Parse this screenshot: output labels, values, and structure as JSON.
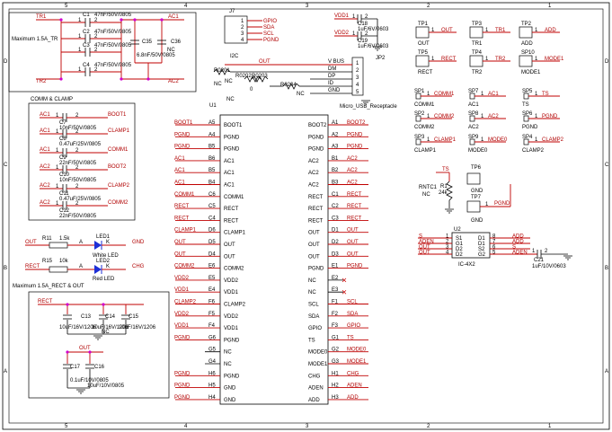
{
  "frame": {
    "col_numbers": [
      "5",
      "4",
      "3",
      "2",
      "1"
    ],
    "row_letters": [
      "D",
      "C",
      "B",
      "A"
    ]
  },
  "box_tr": {
    "title": "Maximum 1.5A_TR",
    "nets": [
      "TR1",
      "AC1",
      "TR2",
      "AC2"
    ],
    "caps": [
      {
        "ref": "C1",
        "value": "47nF/50V/0805"
      },
      {
        "ref": "C2",
        "value": "47nF/50V/0805"
      },
      {
        "ref": "C3",
        "value": "47nF/50V/0805"
      },
      {
        "ref": "C4",
        "value": "47nF/50V/0805"
      }
    ],
    "c35": {
      "ref": "C35",
      "value": "6.8nF/50V/0805"
    },
    "c36": {
      "ref": "C36",
      "value": "NC"
    }
  },
  "box_comm": {
    "title": "COMM & CLAMP",
    "rows": [
      {
        "left": "AC1",
        "ref": "C7",
        "value": "10nF/50V/0805",
        "right": "BOOT1"
      },
      {
        "left": "AC1",
        "ref": "C8",
        "value": "0.47uF/25V/0805",
        "right": "CLAMP1"
      },
      {
        "left": "AC1",
        "ref": "C9",
        "value": "22nF/50V/0805",
        "right": "COMM1"
      },
      {
        "left": "AC2",
        "ref": "C10",
        "value": "10nF/50V/0805",
        "right": "BOOT2"
      },
      {
        "left": "AC2",
        "ref": "C11",
        "value": "0.47uF/25V/0805",
        "right": "CLAMP2"
      },
      {
        "left": "AC2",
        "ref": "C12",
        "value": "22nF/50V/0805",
        "right": "COMM2"
      }
    ]
  },
  "leds": [
    {
      "net_in": "OUT",
      "res_ref": "R11",
      "res_val": "1.5k",
      "led_ref": "LED1",
      "led_name": "White LED",
      "net_out": "GND"
    },
    {
      "net_in": "RECT",
      "res_ref": "R15",
      "res_val": "10k",
      "led_ref": "LED2",
      "led_name": "Red LED",
      "net_out": "CHG"
    }
  ],
  "box_rect": {
    "title": "Maximum 1.5A_RECT & OUT",
    "net_rect": "RECT",
    "net_out": "OUT",
    "c13": {
      "ref": "C13",
      "value": "10uF/16V/1206"
    },
    "c14": {
      "ref": "C14",
      "value": "10uF/16V/1206"
    },
    "c14b": "NC",
    "c15": {
      "ref": "C15",
      "value": "10uF/16V/1206"
    },
    "c17": {
      "ref": "C17",
      "value": "0.1uF/10V/0805"
    },
    "c16": {
      "ref": "C16",
      "value": "10uF/10V/0805"
    }
  },
  "j7": {
    "ref": "J7",
    "label": "I2C",
    "pins": [
      "1",
      "2",
      "3",
      "4"
    ],
    "nets": [
      "GPIO",
      "SDA",
      "SCL",
      "PGND"
    ]
  },
  "vdd_caps": [
    {
      "net": "VDD1",
      "ref": "C18",
      "value": "1uF/6V/0603"
    },
    {
      "net": "VDD2",
      "ref": "C19",
      "value": "1uF/6V/0603"
    }
  ],
  "usb": {
    "ref": "JP2",
    "name": "Micro_USB_Receptacle",
    "pins": [
      {
        "num": "1",
        "name": "V BUS"
      },
      {
        "num": "2",
        "name": "DM"
      },
      {
        "num": "3",
        "name": "DP"
      },
      {
        "num": "4",
        "name": "ID"
      },
      {
        "num": "5",
        "name": "GND"
      }
    ],
    "net_out": "OUT",
    "r1": {
      "ref": "R0201",
      "value": "NC"
    },
    "r2": {
      "ref": "R0202",
      "value": "0"
    },
    "r3": {
      "ref": "R0203",
      "value": "NC"
    },
    "r4": {
      "ref": "R0204",
      "value": "NC"
    }
  },
  "u1": {
    "ref": "U1",
    "top": "NC",
    "left_pins": [
      {
        "ball": "A5",
        "name": "BOOT1",
        "net": "BOOT1"
      },
      {
        "ball": "A4",
        "name": "PGND",
        "net": "PGND"
      },
      {
        "ball": "B5",
        "name": "PGND",
        "net": "PGND"
      },
      {
        "ball": "B6",
        "name": "AC1",
        "net": "AC1"
      },
      {
        "ball": "B5",
        "name": "AC1",
        "net": "AC1"
      },
      {
        "ball": "B4",
        "name": "AC1",
        "net": "AC1"
      },
      {
        "ball": "C6",
        "name": "COMM1",
        "net": "COMM1"
      },
      {
        "ball": "C5",
        "name": "RECT",
        "net": "RECT"
      },
      {
        "ball": "C4",
        "name": "RECT",
        "net": "RECT"
      },
      {
        "ball": "D6",
        "name": "CLAMP1",
        "net": "CLAMP1"
      },
      {
        "ball": "D5",
        "name": "OUT",
        "net": "OUT"
      },
      {
        "ball": "D4",
        "name": "OUT",
        "net": "OUT"
      },
      {
        "ball": "E6",
        "name": "COMM2",
        "net": "COMM2"
      },
      {
        "ball": "E5",
        "name": "VDD2",
        "net": "VDD2"
      },
      {
        "ball": "E4",
        "name": "VDD1",
        "net": "VDD1"
      },
      {
        "ball": "F6",
        "name": "CLAMP2",
        "net": "CLAMP2"
      },
      {
        "ball": "F5",
        "name": "VDD2",
        "net": "VDD2"
      },
      {
        "ball": "F4",
        "name": "VDD1",
        "net": "VDD1"
      },
      {
        "ball": "G6",
        "name": "PGND",
        "net": "PGND"
      },
      {
        "ball": "G5",
        "name": "NC",
        "net": ""
      },
      {
        "ball": "G4",
        "name": "NC",
        "net": ""
      },
      {
        "ball": "H6",
        "name": "PGND",
        "net": "PGND"
      },
      {
        "ball": "H5",
        "name": "GND",
        "net": "PGND"
      },
      {
        "ball": "H4",
        "name": "GND",
        "net": "PGND"
      }
    ],
    "right_pins": [
      {
        "ball": "A1",
        "name": "BOOT2",
        "net": "BOOT2"
      },
      {
        "ball": "A2",
        "name": "PGND",
        "net": "PGND"
      },
      {
        "ball": "A3",
        "name": "PGND",
        "net": "PGND"
      },
      {
        "ball": "B1",
        "name": "AC2",
        "net": "AC2"
      },
      {
        "ball": "B2",
        "name": "AC2",
        "net": "AC2"
      },
      {
        "ball": "B3",
        "name": "AC2",
        "net": "AC2"
      },
      {
        "ball": "C1",
        "name": "RECT",
        "net": "RECT"
      },
      {
        "ball": "C2",
        "name": "RECT",
        "net": "RECT"
      },
      {
        "ball": "C3",
        "name": "RECT",
        "net": "RECT"
      },
      {
        "ball": "D1",
        "name": "OUT",
        "net": "OUT"
      },
      {
        "ball": "D2",
        "name": "OUT",
        "net": "OUT"
      },
      {
        "ball": "D3",
        "name": "OUT",
        "net": "OUT"
      },
      {
        "ball": "E1",
        "name": "PGND",
        "net": "PGND"
      },
      {
        "ball": "E2",
        "name": "NC",
        "net": ""
      },
      {
        "ball": "E3",
        "name": "NC",
        "net": ""
      },
      {
        "ball": "F1",
        "name": "SCL",
        "net": "SCL"
      },
      {
        "ball": "F2",
        "name": "SDA",
        "net": "SDA"
      },
      {
        "ball": "F3",
        "name": "GPIO",
        "net": "GPIO"
      },
      {
        "ball": "G1",
        "name": "TS",
        "net": "TS"
      },
      {
        "ball": "G2",
        "name": "MODE0",
        "net": "MODE0"
      },
      {
        "ball": "G3",
        "name": "MODE1",
        "net": "MODE1"
      },
      {
        "ball": "H1",
        "name": "CHG",
        "net": "CHG"
      },
      {
        "ball": "H2",
        "name": "ADEN",
        "net": "ADEN"
      },
      {
        "ball": "H3",
        "name": "ADD",
        "net": "ADD"
      }
    ]
  },
  "testpoints": [
    {
      "ref": "TP1",
      "pin": "1",
      "net": "OUT",
      "sub": "OUT"
    },
    {
      "ref": "TP3",
      "pin": "1",
      "net": "TR1",
      "sub": "TR1"
    },
    {
      "ref": "TP2",
      "pin": "1",
      "net": "ADD",
      "sub": "ADD"
    },
    {
      "ref": "TP5",
      "pin": "1",
      "net": "RECT",
      "sub": "RECT"
    },
    {
      "ref": "TP4",
      "pin": "1",
      "net": "TR2",
      "sub": "TR2"
    },
    {
      "ref": "SP10",
      "pin": "1",
      "net": "MODE1",
      "sub": "MODE1"
    }
  ],
  "solderpads": [
    {
      "ref": "SP1",
      "pin": "1",
      "net": "COMM1",
      "sub": "COMM1"
    },
    {
      "ref": "SP7",
      "pin": "1",
      "net": "AC1",
      "sub": "AC1"
    },
    {
      "ref": "SP5",
      "pin": "1",
      "net": "TS",
      "sub": "TS"
    },
    {
      "ref": "SP2",
      "pin": "1",
      "net": "COMM2",
      "sub": "COMM2"
    },
    {
      "ref": "SP8",
      "pin": "1",
      "net": "AC2",
      "sub": "AC2"
    },
    {
      "ref": "SP6",
      "pin": "1",
      "net": "PGND",
      "sub": "PGND"
    },
    {
      "ref": "SP3",
      "pin": "1",
      "net": "CLAMP1",
      "sub": "CLAMP1"
    },
    {
      "ref": "SP9",
      "pin": "1",
      "net": "MODE0",
      "sub": "MODE0"
    },
    {
      "ref": "SP4",
      "pin": "1",
      "net": "CLAMP2",
      "sub": "CLAMP2"
    }
  ],
  "ntc": {
    "net": "TS",
    "ref": "R1",
    "value": "24k",
    "name": "RNTC1",
    "nc": "NC"
  },
  "tp_gnd": [
    {
      "ref": "TP6",
      "sub": "GND"
    },
    {
      "ref": "TP7",
      "sub": "GND",
      "net": "PGND",
      "pin": "1"
    }
  ],
  "u2": {
    "ref": "U2",
    "name": "IC-4X2",
    "left": [
      {
        "net": "S",
        "num": "1",
        "pin": "S1"
      },
      {
        "net": "ADEN",
        "num": "2",
        "pin": "G1"
      },
      {
        "net": "OUT",
        "num": "3",
        "pin": "D2"
      },
      {
        "net": "OUT",
        "num": "4",
        "pin": "D2"
      }
    ],
    "right": [
      {
        "pin": "D1",
        "num": "8",
        "net": "ADD"
      },
      {
        "pin": "D1",
        "num": "7",
        "net": "ADD"
      },
      {
        "pin": "S2",
        "num": "6",
        "net": "S"
      },
      {
        "pin": "G2",
        "num": "5",
        "net": "ADEN"
      }
    ],
    "cap": {
      "ref": "C21",
      "value": "1uF/10V/0603"
    }
  }
}
